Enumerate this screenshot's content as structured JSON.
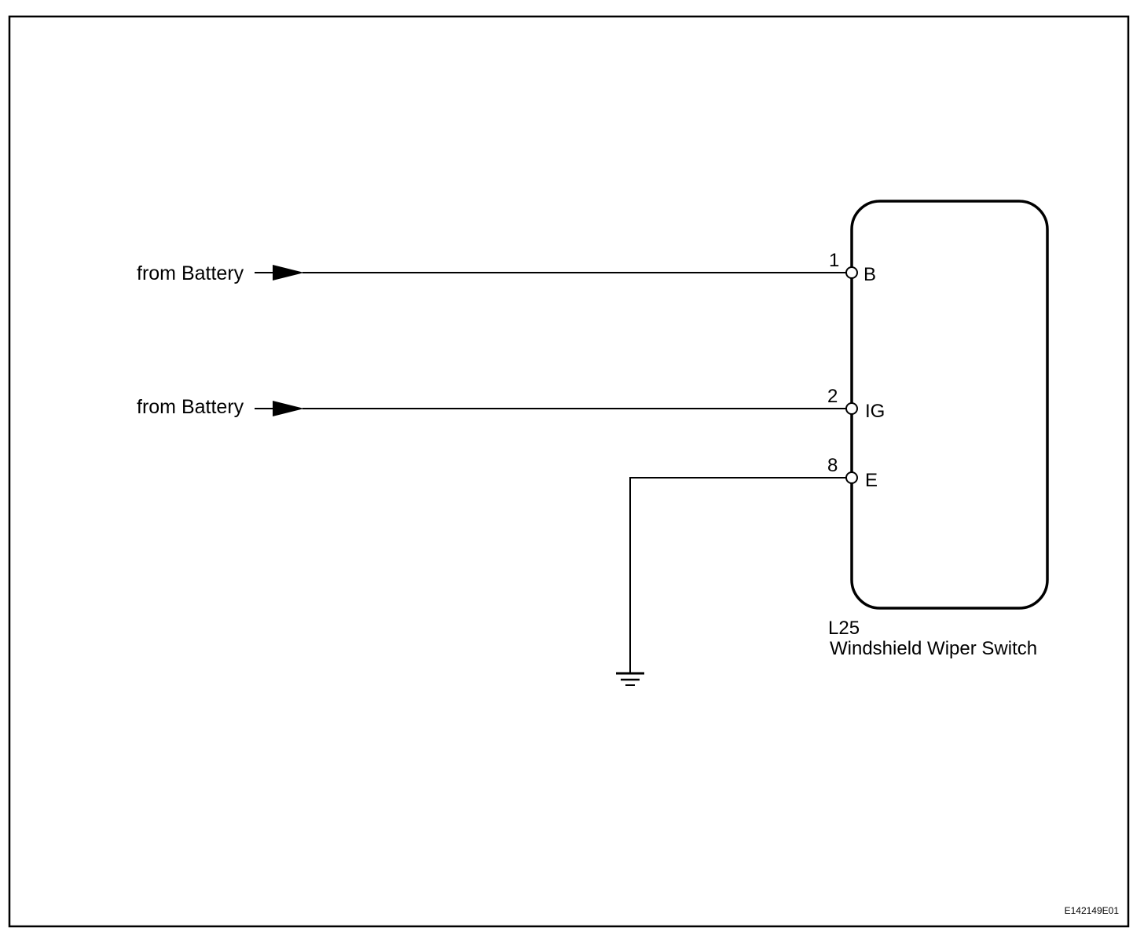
{
  "sources": [
    {
      "label": "from Battery"
    },
    {
      "label": "from Battery"
    }
  ],
  "component": {
    "code": "L25",
    "name": "Windshield Wiper Switch"
  },
  "pins": [
    {
      "number": "1",
      "name": "B"
    },
    {
      "number": "2",
      "name": "IG"
    },
    {
      "number": "8",
      "name": "E"
    }
  ],
  "figure_id": "E142149E01",
  "colors": {
    "line": "#000000",
    "background": "#ffffff"
  },
  "icons": [
    "arrow-icon",
    "ground-icon",
    "terminal-icon"
  ]
}
